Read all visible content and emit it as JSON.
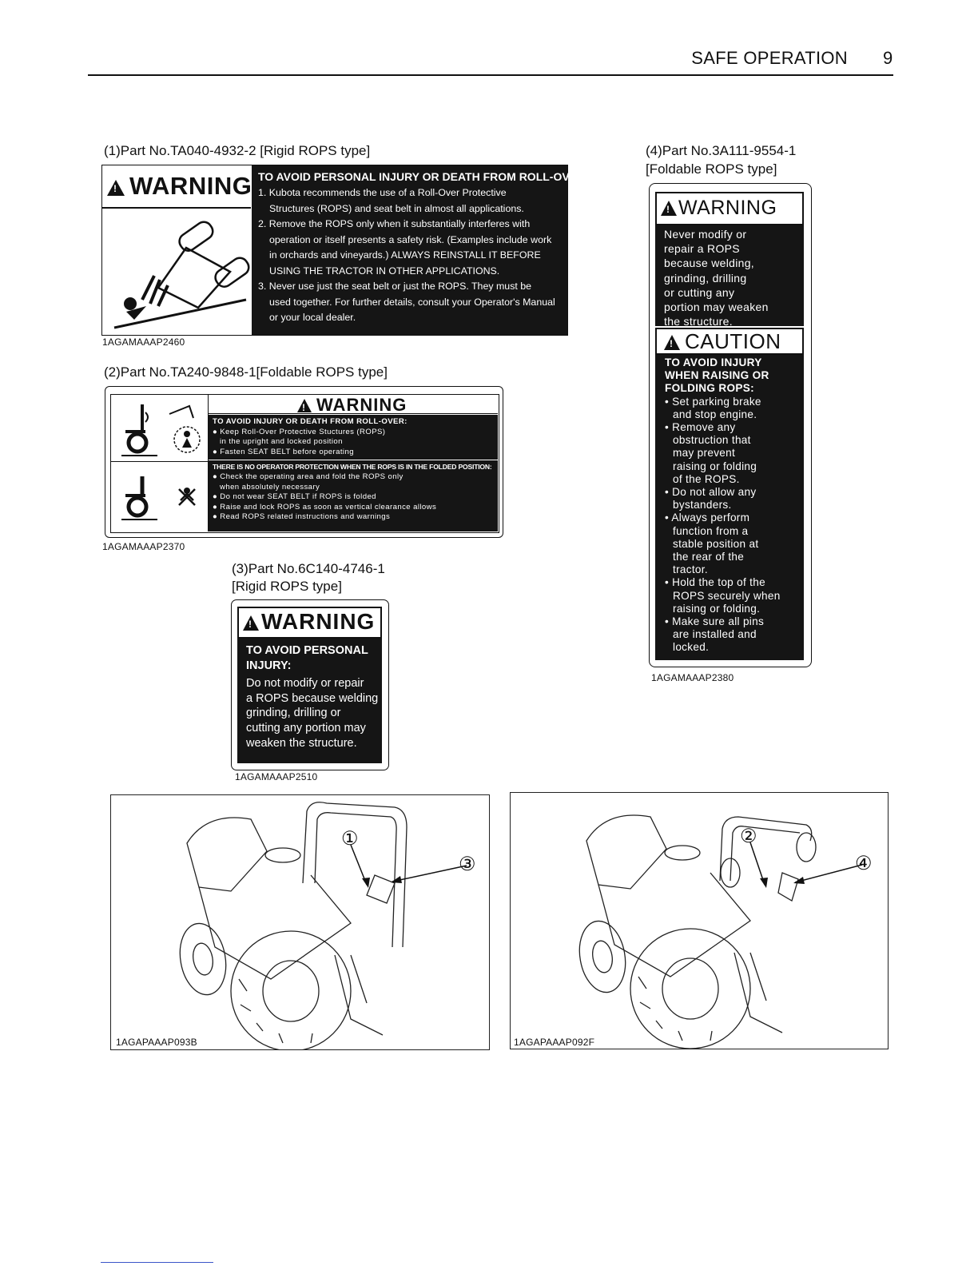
{
  "header": {
    "title": "SAFE OPERATION",
    "page_number": "9"
  },
  "label1": {
    "caption": "(1)Part No.TA040-4932-2 [Rigid ROPS type]",
    "signal_word": "WARNING",
    "heading": "TO AVOID PERSONAL INJURY OR DEATH FROM ROLL-OVER:",
    "lines": [
      "1. Kubota recommends the use of a Roll-Over Protective",
      "Structures (ROPS) and seat belt in almost all applications.",
      "2. Remove the ROPS only when it substantially interferes with",
      "operation or itself presents a safety risk. (Examples include work",
      "in orchards and vineyards.) ALWAYS REINSTALL IT BEFORE",
      "USING THE TRACTOR IN OTHER APPLICATIONS.",
      "3. Never use just the seat belt or just the ROPS. They must be",
      "used together. For further details, consult your Operator's Manual",
      "or your local dealer."
    ],
    "code": "1AGAMAAAP2460"
  },
  "label2": {
    "caption": "(2)Part No.TA240-9848-1[Foldable ROPS type]",
    "signal_word": "WARNING",
    "section1": [
      "TO AVOID INJURY OR DEATH FROM ROLL-OVER:",
      "● Keep Roll-Over Protective Stuctures (ROPS)",
      "in the upright and locked position",
      "● Fasten SEAT BELT before operating"
    ],
    "section2": [
      "THERE IS NO OPERATOR PROTECTION WHEN THE ROPS IS IN THE FOLDED POSITION:",
      "● Check the operating area and fold the ROPS only",
      "when absolutely necessary",
      "● Do not wear SEAT BELT if ROPS is folded",
      "● Raise and lock ROPS as soon as vertical clearance allows",
      "● Read ROPS related instructions and warnings"
    ],
    "code": "1AGAMAAAP2370"
  },
  "label3": {
    "caption_line1": "(3)Part No.6C140-4746-1",
    "caption_line2": "[Rigid ROPS type]",
    "signal_word": "WARNING",
    "heading_line1": "TO AVOID PERSONAL",
    "heading_line2": "INJURY:",
    "body": [
      "Do not modify or repair",
      "a ROPS because welding",
      "grinding, drilling or",
      "cutting any portion may",
      "weaken the structure."
    ],
    "code": "1AGAMAAAP2510"
  },
  "label4": {
    "caption_line1": "(4)Part No.3A111-9554-1",
    "caption_line2": "[Foldable ROPS type]",
    "signal_word": "WARNING",
    "warning_body": [
      "Never modify or",
      "repair a ROPS",
      "because welding,",
      "grinding, drilling",
      "or cutting any",
      "portion may weaken",
      "the structure."
    ],
    "caution_word": "CAUTION",
    "caution_heading": [
      "TO AVOID INJURY",
      "WHEN RAISING OR",
      "FOLDING ROPS:"
    ],
    "caution_items": [
      [
        "• Set parking brake",
        "and stop engine."
      ],
      [
        "• Remove any",
        "obstruction that",
        "may prevent",
        "raising or folding",
        "of the ROPS."
      ],
      [
        "• Do not allow any",
        "bystanders."
      ],
      [
        "• Always perform",
        "function from a",
        "stable position at",
        "the rear of the",
        "tractor."
      ],
      [
        "• Hold the top of the",
        "ROPS securely when",
        "raising or folding."
      ],
      [
        "• Make sure all pins",
        "are installed and",
        "locked."
      ]
    ],
    "code": "1AGAMAAAP2380"
  },
  "figure_left": {
    "callout_a": "①",
    "callout_b": "③",
    "code": "1AGAPAAAP093B"
  },
  "figure_right": {
    "callout_a": "②",
    "callout_b": "④",
    "code": "1AGAPAAAP092F"
  }
}
